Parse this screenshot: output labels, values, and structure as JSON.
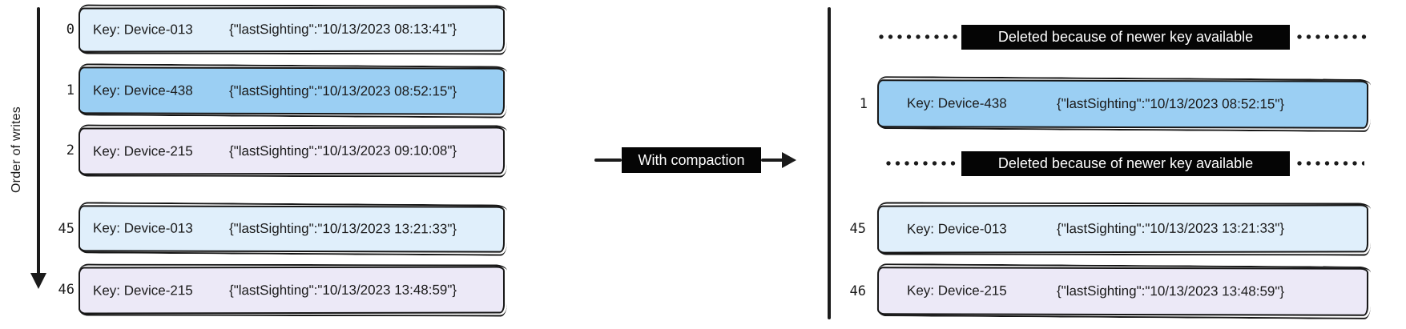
{
  "diagram": {
    "axis_label": "Order of writes",
    "arrow_label": "With compaction"
  },
  "colors": {
    "record_lightblue": "#e0effb",
    "record_blue": "#9bcff3",
    "record_lavender": "#ece9f7",
    "note_bg": "#050505",
    "note_text": "#ffffff",
    "stroke": "#1b1b1b"
  },
  "left_log": {
    "rows": [
      {
        "index": "0",
        "key": "Key: Device-013",
        "value": "{\"lastSighting\":\"10/13/2023 08:13:41\"}"
      },
      {
        "index": "1",
        "key": "Key: Device-438",
        "value": "{\"lastSighting\":\"10/13/2023 08:52:15\"}"
      },
      {
        "index": "2",
        "key": "Key: Device-215",
        "value": "{\"lastSighting\":\"10/13/2023 09:10:08\"}"
      },
      {
        "index": "45",
        "key": "Key: Device-013",
        "value": "{\"lastSighting\":\"10/13/2023 13:21:33\"}"
      },
      {
        "index": "46",
        "key": "Key: Device-215",
        "value": "{\"lastSighting\":\"10/13/2023 13:48:59\"}"
      }
    ]
  },
  "compacted_log": {
    "deleted_rows": [
      {
        "label": "Deleted because of newer key available"
      },
      {
        "label": "Deleted because of newer key available"
      }
    ],
    "rows": [
      {
        "index": "1",
        "key": "Key: Device-438",
        "value": "{\"lastSighting\":\"10/13/2023 08:52:15\"}"
      },
      {
        "index": "45",
        "key": "Key: Device-013",
        "value": "{\"lastSighting\":\"10/13/2023 13:21:33\"}"
      },
      {
        "index": "46",
        "key": "Key: Device-215",
        "value": "{\"lastSighting\":\"10/13/2023 13:48:59\"}"
      }
    ]
  }
}
